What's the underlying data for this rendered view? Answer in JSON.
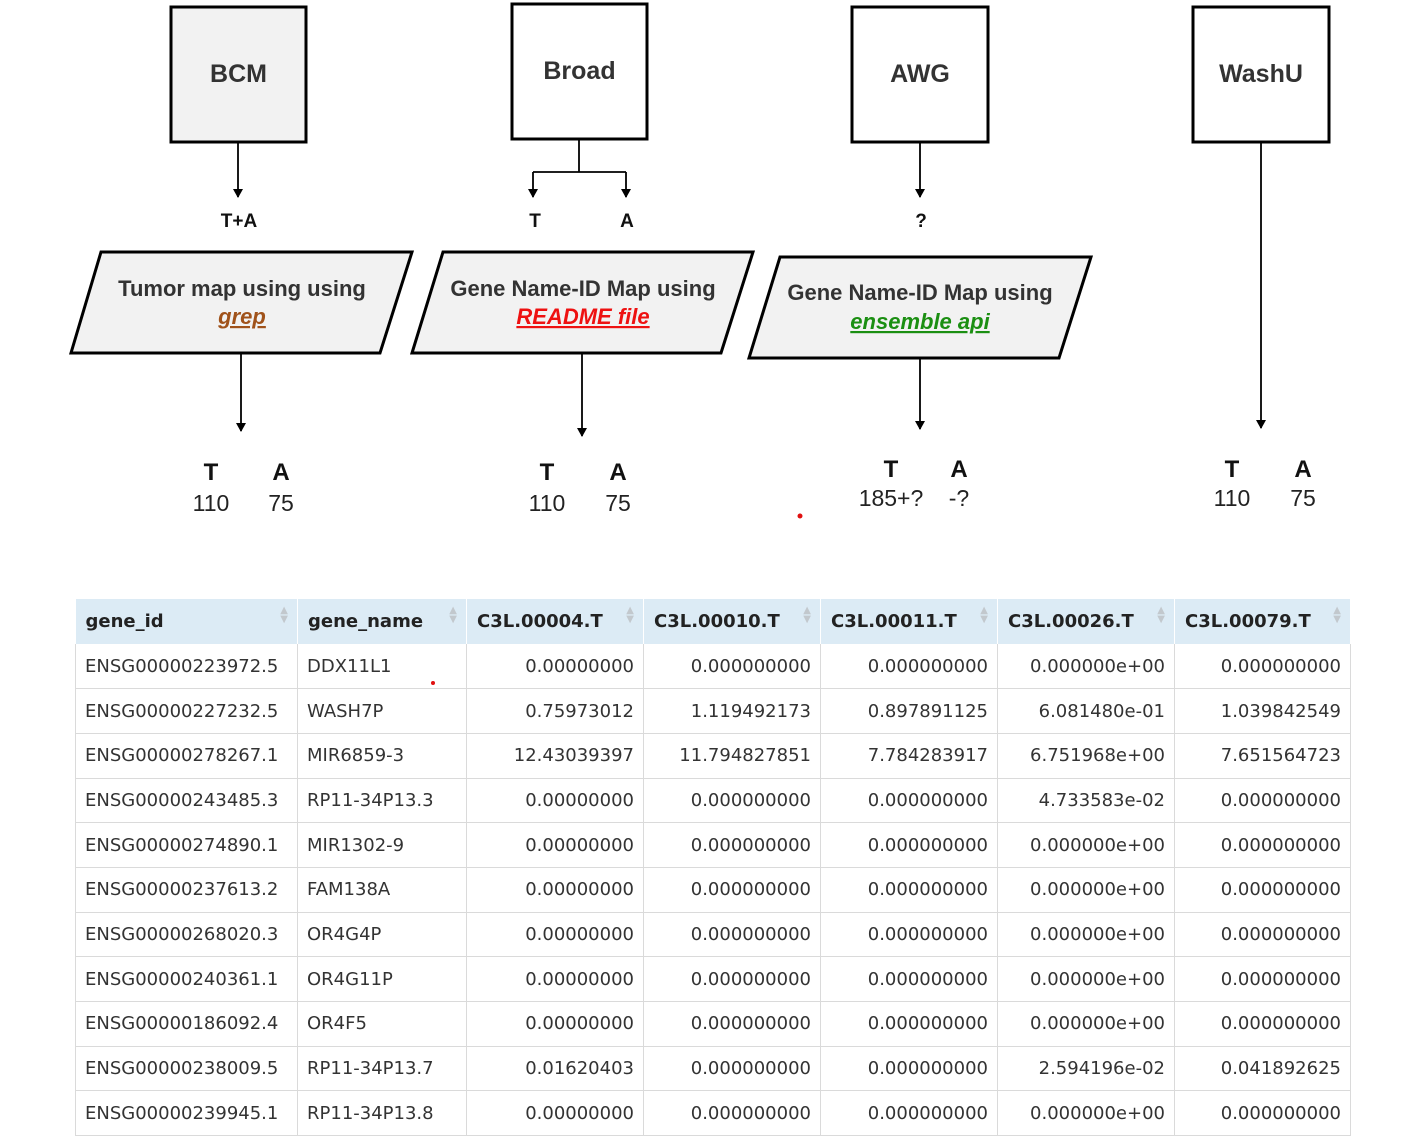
{
  "flow": {
    "sources": [
      {
        "label": "BCM",
        "filled": true
      },
      {
        "label": "Broad",
        "filled": false
      },
      {
        "label": "AWG",
        "filled": false
      },
      {
        "label": "WashU",
        "filled": false
      }
    ],
    "split_labels": {
      "bcm": "T+A",
      "broad_t": "T",
      "broad_a": "A",
      "awg": "?"
    },
    "processes": [
      {
        "text": "Tumor map using using",
        "link": "grep",
        "link_color": "#a0521a"
      },
      {
        "text": "Gene Name-ID Map using",
        "link": "README file",
        "link_color": "#ee1111"
      },
      {
        "text": "Gene Name-ID Map using",
        "link": "ensemble api",
        "link_color": "#1b8f12"
      }
    ],
    "results": [
      {
        "t_label": "T",
        "a_label": "A",
        "t_value": "110",
        "a_value": "75"
      },
      {
        "t_label": "T",
        "a_label": "A",
        "t_value": "110",
        "a_value": "75"
      },
      {
        "t_label": "T",
        "a_label": "A",
        "t_value": "185+?",
        "a_value": "-?"
      },
      {
        "t_label": "T",
        "a_label": "A",
        "t_value": "110",
        "a_value": "75"
      }
    ]
  },
  "table": {
    "columns": [
      "gene_id",
      "gene_name",
      "C3L.00004.T",
      "C3L.00010.T",
      "C3L.00011.T",
      "C3L.00026.T",
      "C3L.00079.T"
    ],
    "rows": [
      [
        "ENSG00000223972.5",
        "DDX11L1",
        "0.00000000",
        "0.000000000",
        "0.000000000",
        "0.000000e+00",
        "0.000000000"
      ],
      [
        "ENSG00000227232.5",
        "WASH7P",
        "0.75973012",
        "1.119492173",
        "0.897891125",
        "6.081480e-01",
        "1.039842549"
      ],
      [
        "ENSG00000278267.1",
        "MIR6859-3",
        "12.43039397",
        "11.794827851",
        "7.784283917",
        "6.751968e+00",
        "7.651564723"
      ],
      [
        "ENSG00000243485.3",
        "RP11-34P13.3",
        "0.00000000",
        "0.000000000",
        "0.000000000",
        "4.733583e-02",
        "0.000000000"
      ],
      [
        "ENSG00000274890.1",
        "MIR1302-9",
        "0.00000000",
        "0.000000000",
        "0.000000000",
        "0.000000e+00",
        "0.000000000"
      ],
      [
        "ENSG00000237613.2",
        "FAM138A",
        "0.00000000",
        "0.000000000",
        "0.000000000",
        "0.000000e+00",
        "0.000000000"
      ],
      [
        "ENSG00000268020.3",
        "OR4G4P",
        "0.00000000",
        "0.000000000",
        "0.000000000",
        "0.000000e+00",
        "0.000000000"
      ],
      [
        "ENSG00000240361.1",
        "OR4G11P",
        "0.00000000",
        "0.000000000",
        "0.000000000",
        "0.000000e+00",
        "0.000000000"
      ],
      [
        "ENSG00000186092.4",
        "OR4F5",
        "0.00000000",
        "0.000000000",
        "0.000000000",
        "0.000000e+00",
        "0.000000000"
      ],
      [
        "ENSG00000238009.5",
        "RP11-34P13.7",
        "0.01620403",
        "0.000000000",
        "0.000000000",
        "2.594196e-02",
        "0.041892625"
      ],
      [
        "ENSG00000239945.1",
        "RP11-34P13.8",
        "0.00000000",
        "0.000000000",
        "0.000000000",
        "0.000000e+00",
        "0.000000000"
      ]
    ]
  }
}
